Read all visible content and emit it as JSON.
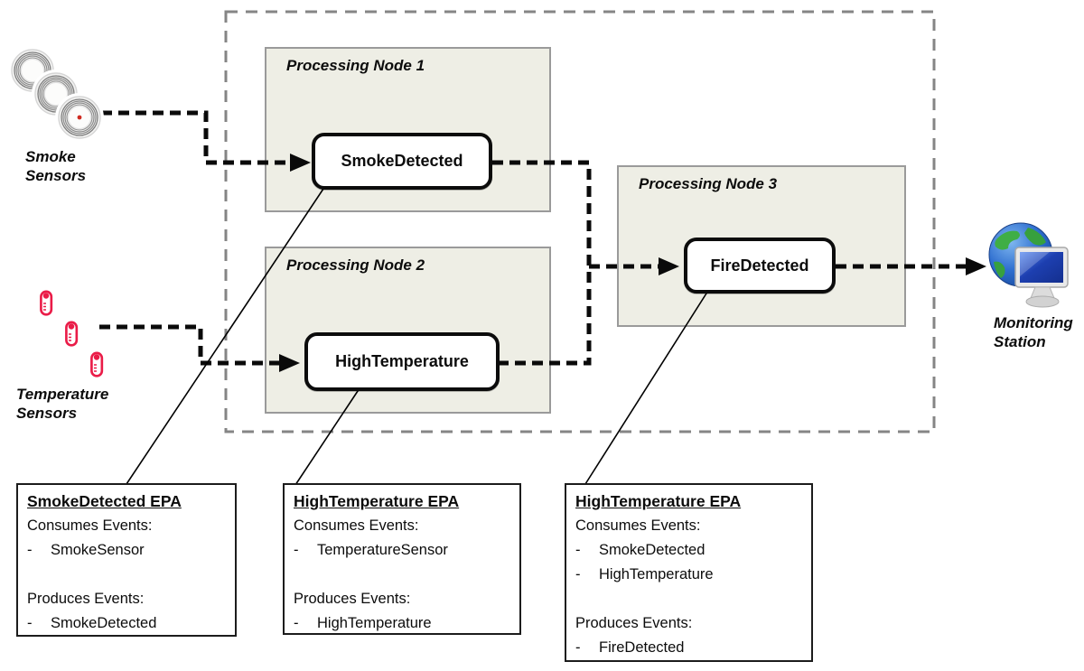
{
  "nodes": [
    {
      "title": "Processing Node 1"
    },
    {
      "title": "Processing Node 2"
    },
    {
      "title": "Processing Node 3"
    }
  ],
  "epas": [
    {
      "name": "SmokeDetected"
    },
    {
      "name": "HighTemperature"
    },
    {
      "name": "FireDetected"
    }
  ],
  "sensors": {
    "smoke": {
      "line1": "Smoke",
      "line2": "Sensors"
    },
    "temperature": {
      "line1": "Temperature",
      "line2": "Sensors"
    }
  },
  "monitoring": {
    "line1": "Monitoring",
    "line2": "Station"
  },
  "bullet": "-",
  "epa_details": [
    {
      "title": "SmokeDetected EPA",
      "consumes_label": "Consumes Events:",
      "consumes": [
        "SmokeSensor"
      ],
      "produces_label": "Produces Events:",
      "produces": [
        "SmokeDetected"
      ]
    },
    {
      "title": "HighTemperature EPA",
      "consumes_label": "Consumes Events:",
      "consumes": [
        "TemperatureSensor"
      ],
      "produces_label": "Produces Events:",
      "produces": [
        "HighTemperature"
      ]
    },
    {
      "title": "HighTemperature EPA",
      "consumes_label": "Consumes Events:",
      "consumes": [
        "SmokeDetected",
        "HighTemperature"
      ],
      "produces_label": "Produces Events:",
      "produces": [
        "FireDetected"
      ]
    }
  ],
  "colors": {
    "node_fill": "#eeeee5",
    "node_border": "#9a9a9a",
    "boundary_dash": "#858585",
    "arrow": "#0a0a0a",
    "thermometer_red": "#ea1c48",
    "epa_border": "#0c0c0c"
  }
}
